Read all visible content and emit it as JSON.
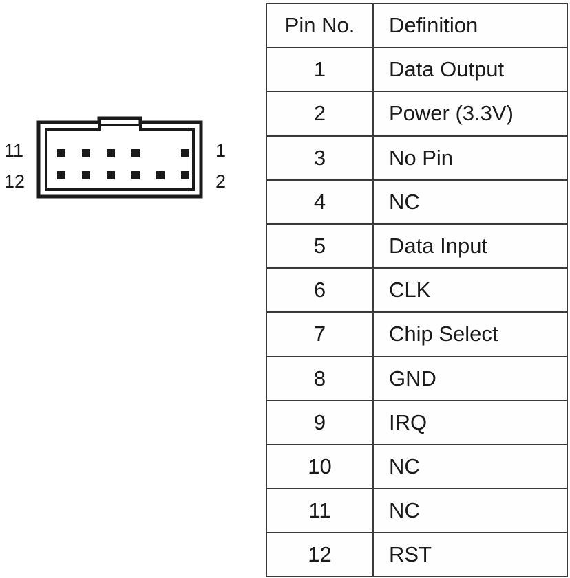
{
  "diagram": {
    "name": "12-pin-dual-row-header-connector",
    "side_labels": {
      "left_top": "11",
      "left_bottom": "12",
      "right_top": "1",
      "right_bottom": "2"
    },
    "rows": {
      "top_row_pin_count": 5,
      "top_row_missing_position_from_right": 2,
      "bottom_row_pin_count": 6
    },
    "has_top_notch": true,
    "outline_color": "#1a1a1a",
    "pin_color": "#1a1a1a"
  },
  "table": {
    "headers": [
      "Pin No.",
      "Definition"
    ],
    "rows": [
      {
        "pin": "1",
        "definition": "Data Output"
      },
      {
        "pin": "2",
        "definition": "Power (3.3V)"
      },
      {
        "pin": "3",
        "definition": "No Pin"
      },
      {
        "pin": "4",
        "definition": "NC"
      },
      {
        "pin": "5",
        "definition": "Data Input"
      },
      {
        "pin": "6",
        "definition": "CLK"
      },
      {
        "pin": "7",
        "definition": "Chip Select"
      },
      {
        "pin": "8",
        "definition": "GND"
      },
      {
        "pin": "9",
        "definition": "IRQ"
      },
      {
        "pin": "10",
        "definition": "NC"
      },
      {
        "pin": "11",
        "definition": "NC"
      },
      {
        "pin": "12",
        "definition": "RST"
      }
    ],
    "border_color": "#3a3a3a",
    "text_color": "#1a1a1a"
  }
}
